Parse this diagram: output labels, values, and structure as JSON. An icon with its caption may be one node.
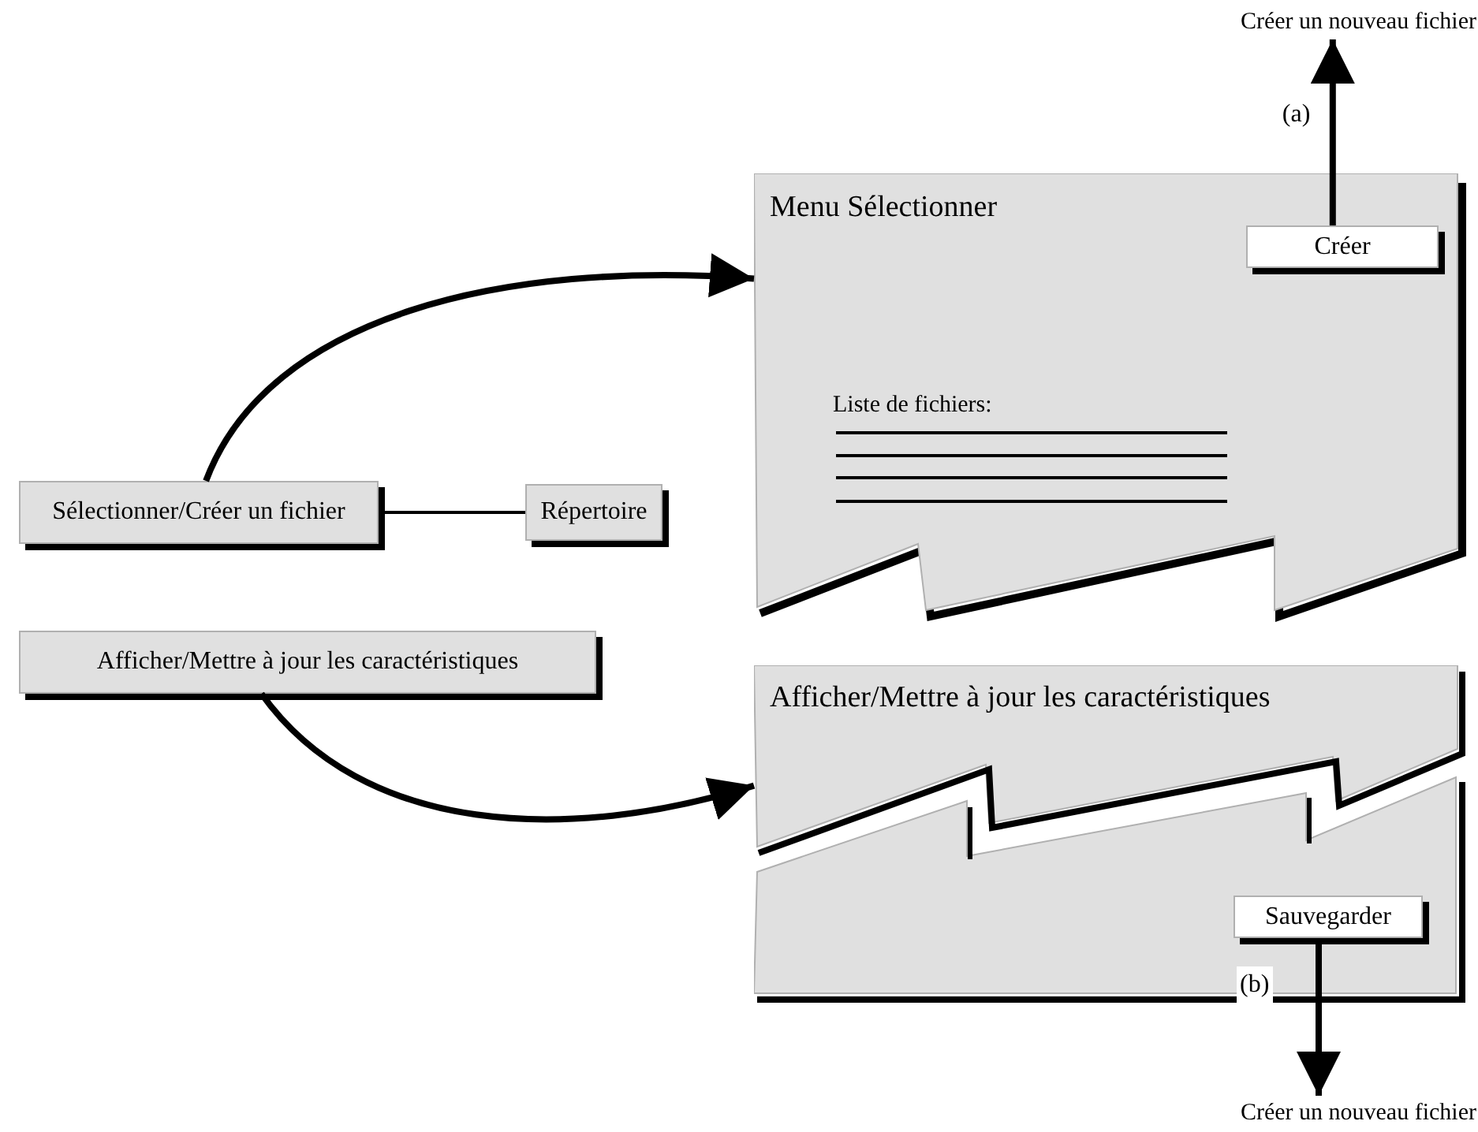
{
  "diagram": {
    "nodes": [
      {
        "text": [
          "Créer un nouveau fichier"
        ]
      },
      {
        "text": [
          "Menu Sélectionner",
          "Liste de fichiers:"
        ]
      },
      {
        "text": [
          "Créer"
        ],
        "in": 1
      },
      {
        "text": [
          "Sélectionner/Créer un fichier"
        ]
      },
      {
        "text": [
          "Répertoire"
        ]
      },
      {
        "text": [
          "Afficher/Mettre à jour les caractéristiques"
        ]
      },
      {
        "text": [
          "Afficher/Mettre à jour les caractéristiques"
        ]
      },
      {
        "text": [
          "Sauvegarder"
        ],
        "in": 6
      },
      {
        "text": [
          "Créer un nouveau fichier"
        ]
      }
    ],
    "edges": [
      {
        "from": 2,
        "to": 0,
        "arrow": "to",
        "label": "(a)"
      },
      {
        "from": 3,
        "to": 1,
        "arrow": "to"
      },
      {
        "from": 3,
        "to": 4,
        "arrow": "none"
      },
      {
        "from": 5,
        "to": 6,
        "arrow": "to"
      },
      {
        "from": 7,
        "to": 8,
        "arrow": "to",
        "label": "(b)"
      }
    ]
  }
}
